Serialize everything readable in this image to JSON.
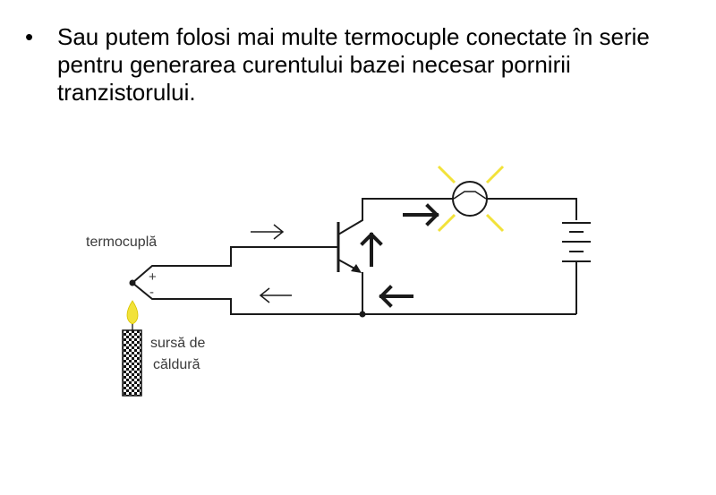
{
  "slide": {
    "bullet_symbol": "•",
    "bullet_text": "Sau putem folosi mai multe termocuple conectate în serie pentru generarea curentului bazei necesar pornirii tranzistorului."
  },
  "diagram": {
    "thermocouple_label": "termocuplă",
    "plus_sign": "+",
    "minus_sign": "-",
    "heat_source_line1": "sursă de",
    "heat_source_line2": "căldură",
    "colors": {
      "wire": "#1a1a1a",
      "flame": "#f2e23a",
      "lamp_rays": "#f2e23a",
      "label": "#3a3a3a"
    }
  }
}
